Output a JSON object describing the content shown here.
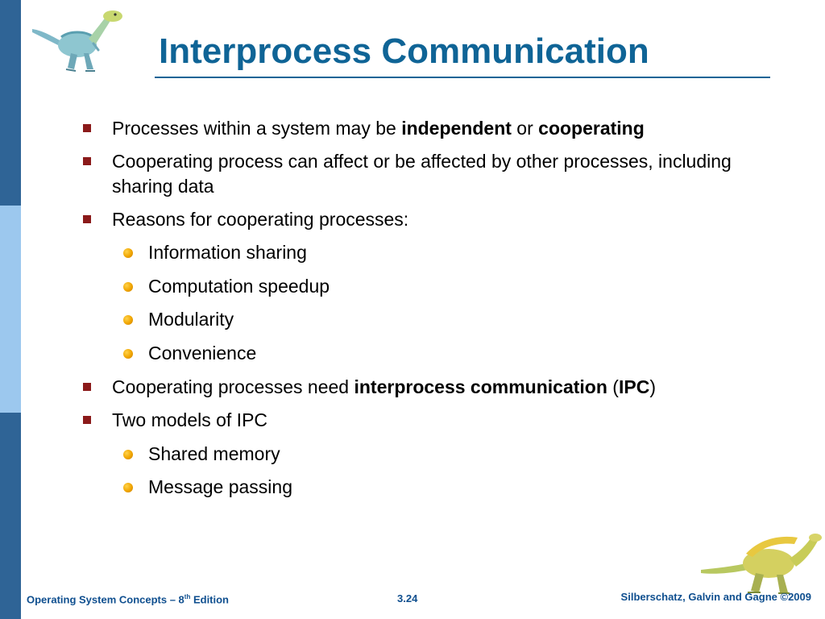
{
  "slide": {
    "title": "Interprocess Communication",
    "bullets": [
      {
        "level": 1,
        "segments": [
          {
            "text": "Processes within a system may be ",
            "bold": false
          },
          {
            "text": "independent",
            "bold": true
          },
          {
            "text": " or ",
            "bold": false
          },
          {
            "text": "cooperating",
            "bold": true
          }
        ]
      },
      {
        "level": 1,
        "segments": [
          {
            "text": "Cooperating process can affect or be affected by other processes, including sharing data",
            "bold": false
          }
        ]
      },
      {
        "level": 1,
        "segments": [
          {
            "text": "Reasons for cooperating processes:",
            "bold": false
          }
        ]
      },
      {
        "level": 2,
        "segments": [
          {
            "text": "Information sharing",
            "bold": false
          }
        ]
      },
      {
        "level": 2,
        "segments": [
          {
            "text": "Computation speedup",
            "bold": false
          }
        ]
      },
      {
        "level": 2,
        "segments": [
          {
            "text": "Modularity",
            "bold": false
          }
        ]
      },
      {
        "level": 2,
        "segments": [
          {
            "text": "Convenience",
            "bold": false
          }
        ]
      },
      {
        "level": 1,
        "segments": [
          {
            "text": "Cooperating processes need ",
            "bold": false
          },
          {
            "text": "interprocess communication",
            "bold": true
          },
          {
            "text": " (",
            "bold": false
          },
          {
            "text": "IPC",
            "bold": true
          },
          {
            "text": ")",
            "bold": false
          }
        ]
      },
      {
        "level": 1,
        "segments": [
          {
            "text": "Two models of IPC",
            "bold": false
          }
        ]
      },
      {
        "level": 2,
        "segments": [
          {
            "text": "Shared memory",
            "bold": false
          }
        ]
      },
      {
        "level": 2,
        "segments": [
          {
            "text": "Message passing",
            "bold": false
          }
        ]
      }
    ]
  },
  "footer": {
    "book_prefix": "Operating System Concepts – 8",
    "book_sup": "th",
    "book_suffix": " Edition",
    "page": "3.24",
    "authors": "Silberschatz, Galvin and Gagne ©2009"
  },
  "colors": {
    "title": "#0f6496",
    "band_dark": "#2f6496",
    "band_light": "#9cc8ee",
    "square_bullet": "#8b1a1a",
    "dot_bullet": "#f0a500",
    "footer_text": "#0f4f8f"
  },
  "icons": {
    "top_left": "dinosaur-icon",
    "bottom_right": "dinosaur-icon"
  }
}
